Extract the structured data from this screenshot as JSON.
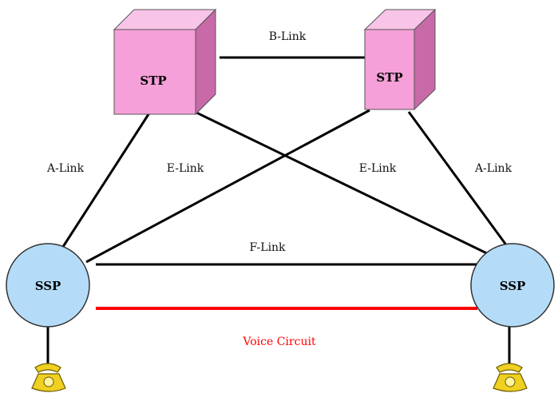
{
  "nodes": {
    "stp_left": {
      "label": "STP"
    },
    "stp_right": {
      "label": "STP"
    },
    "ssp_left": {
      "label": "SSP"
    },
    "ssp_right": {
      "label": "SSP"
    }
  },
  "links": {
    "b_link": "B-Link",
    "a_link_left": "A-Link",
    "e_link_left": "E-Link",
    "e_link_right": "E-Link",
    "a_link_right": "A-Link",
    "f_link": "F-Link",
    "voice_circuit": "Voice Circuit"
  },
  "colors": {
    "stp_front": "#f5a0d8",
    "stp_top": "#f8c4e8",
    "stp_side": "#c86aa8",
    "ssp_fill": "#b4dcf8",
    "voice_circuit": "#ff0000",
    "telephone": "#f0d020"
  },
  "icons": {
    "telephone_left": "telephone-icon",
    "telephone_right": "telephone-icon"
  }
}
